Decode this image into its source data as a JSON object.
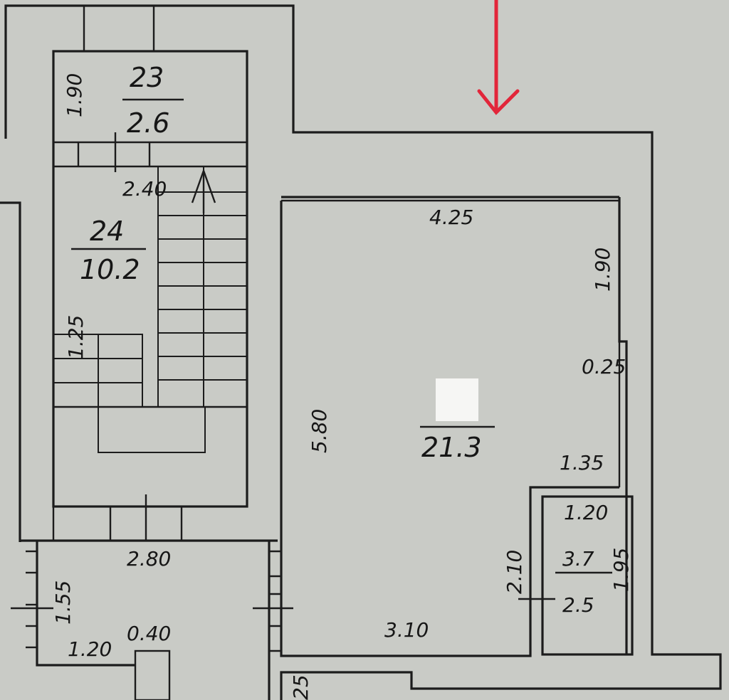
{
  "plan": {
    "rooms": [
      {
        "number": "23",
        "area": "2.6"
      },
      {
        "number": "24",
        "area": "10.2"
      },
      {
        "number": "",
        "area": "21.3"
      },
      {
        "number": "3.7",
        "area": "2.5"
      }
    ],
    "dimensions": {
      "stair_top_h": "1.90",
      "stair_width": "2.40",
      "stair_landing": "1.25",
      "main_top": "4.25",
      "main_right_upper": "1.90",
      "main_right_step": "0.25",
      "main_left": "5.80",
      "main_notch": "1.35",
      "bath_top": "1.20",
      "bath_left": "2.10",
      "bath_right": "1.95",
      "main_bottom": "3.10",
      "lower_top": "2.80",
      "lower_left": "1.55",
      "lower_bottom_a": "1.20",
      "lower_bottom_b": "0.40",
      "corner_fragment": "25"
    },
    "colors": {
      "paper": "#c9cbc6",
      "lines": "#1c1c1c",
      "marker": "#e2263a"
    }
  }
}
